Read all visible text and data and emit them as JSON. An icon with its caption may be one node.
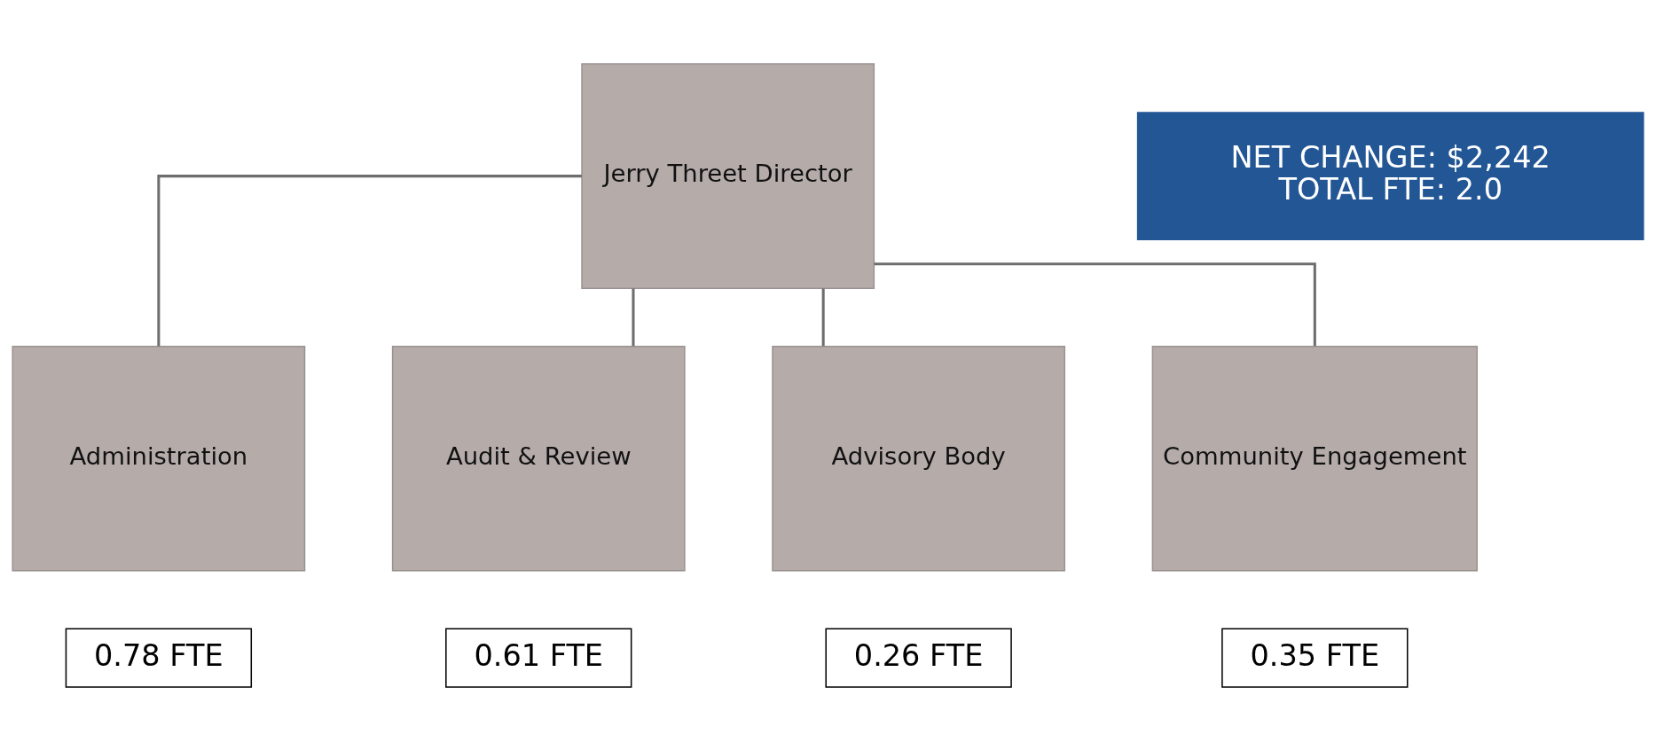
{
  "diagram": {
    "nodes": [
      {
        "text": [
          "Jerry Threet Director"
        ]
      },
      {
        "text": [
          "Administration"
        ]
      },
      {
        "text": [
          "Audit & Review"
        ]
      },
      {
        "text": [
          "Advisory Body"
        ]
      },
      {
        "text": [
          "Community Engagement"
        ]
      },
      {
        "text": [
          "0.78 FTE"
        ]
      },
      {
        "text": [
          "0.61 FTE"
        ]
      },
      {
        "text": [
          "0.26 FTE"
        ]
      },
      {
        "text": [
          "0.35 FTE"
        ]
      },
      {
        "text": [
          "NET CHANGE: $2,242",
          "TOTAL FTE: 2.0"
        ]
      }
    ],
    "edges": [
      {
        "from": 0,
        "to": 1,
        "arrow": "none"
      },
      {
        "from": 0,
        "to": 2,
        "arrow": "none"
      },
      {
        "from": 0,
        "to": 3,
        "arrow": "none"
      },
      {
        "from": 0,
        "to": 4,
        "arrow": "none"
      }
    ]
  }
}
